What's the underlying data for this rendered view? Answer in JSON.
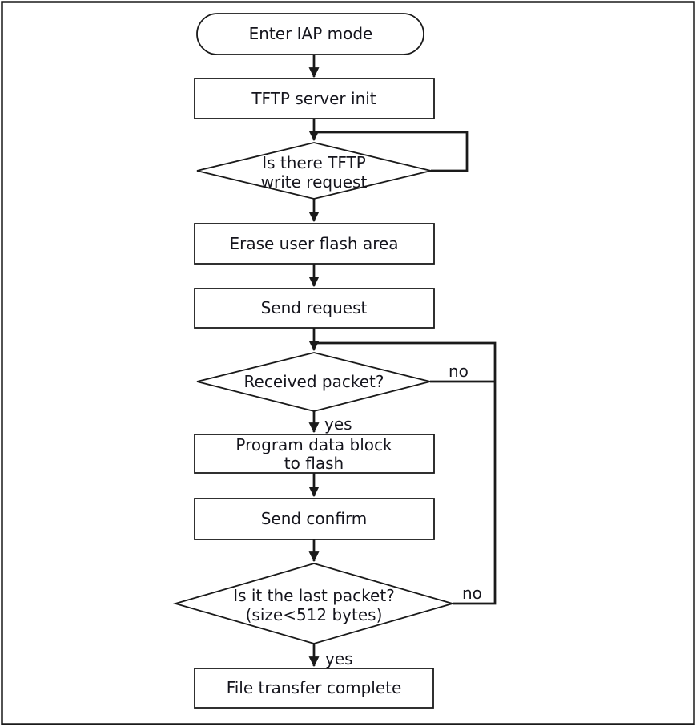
{
  "colors": {
    "line": "#1a1a1a",
    "text": "#15151d",
    "background": "#ffffff"
  },
  "flowchart": {
    "nodes": {
      "start": {
        "type": "terminator",
        "label": "Enter IAP mode"
      },
      "tftp_init": {
        "type": "process",
        "label": "TFTP server init"
      },
      "write_request": {
        "type": "decision",
        "line1": "Is there TFTP",
        "line2": "write request"
      },
      "erase_flash": {
        "type": "process",
        "label": "Erase user flash area"
      },
      "send_request": {
        "type": "process",
        "label": "Send request"
      },
      "received_packet": {
        "type": "decision",
        "label": "Received packet?"
      },
      "program_flash": {
        "type": "process",
        "line1": "Program data block",
        "line2": "to flash"
      },
      "send_confirm": {
        "type": "process",
        "label": "Send confirm"
      },
      "last_packet": {
        "type": "decision",
        "line1": "Is it the last packet?",
        "line2": "(size<512 bytes)"
      },
      "complete": {
        "type": "process",
        "label": "File transfer complete"
      }
    },
    "edge_labels": {
      "received_packet_no": "no",
      "received_packet_yes": "yes",
      "last_packet_no": "no",
      "last_packet_yes": "yes"
    }
  }
}
